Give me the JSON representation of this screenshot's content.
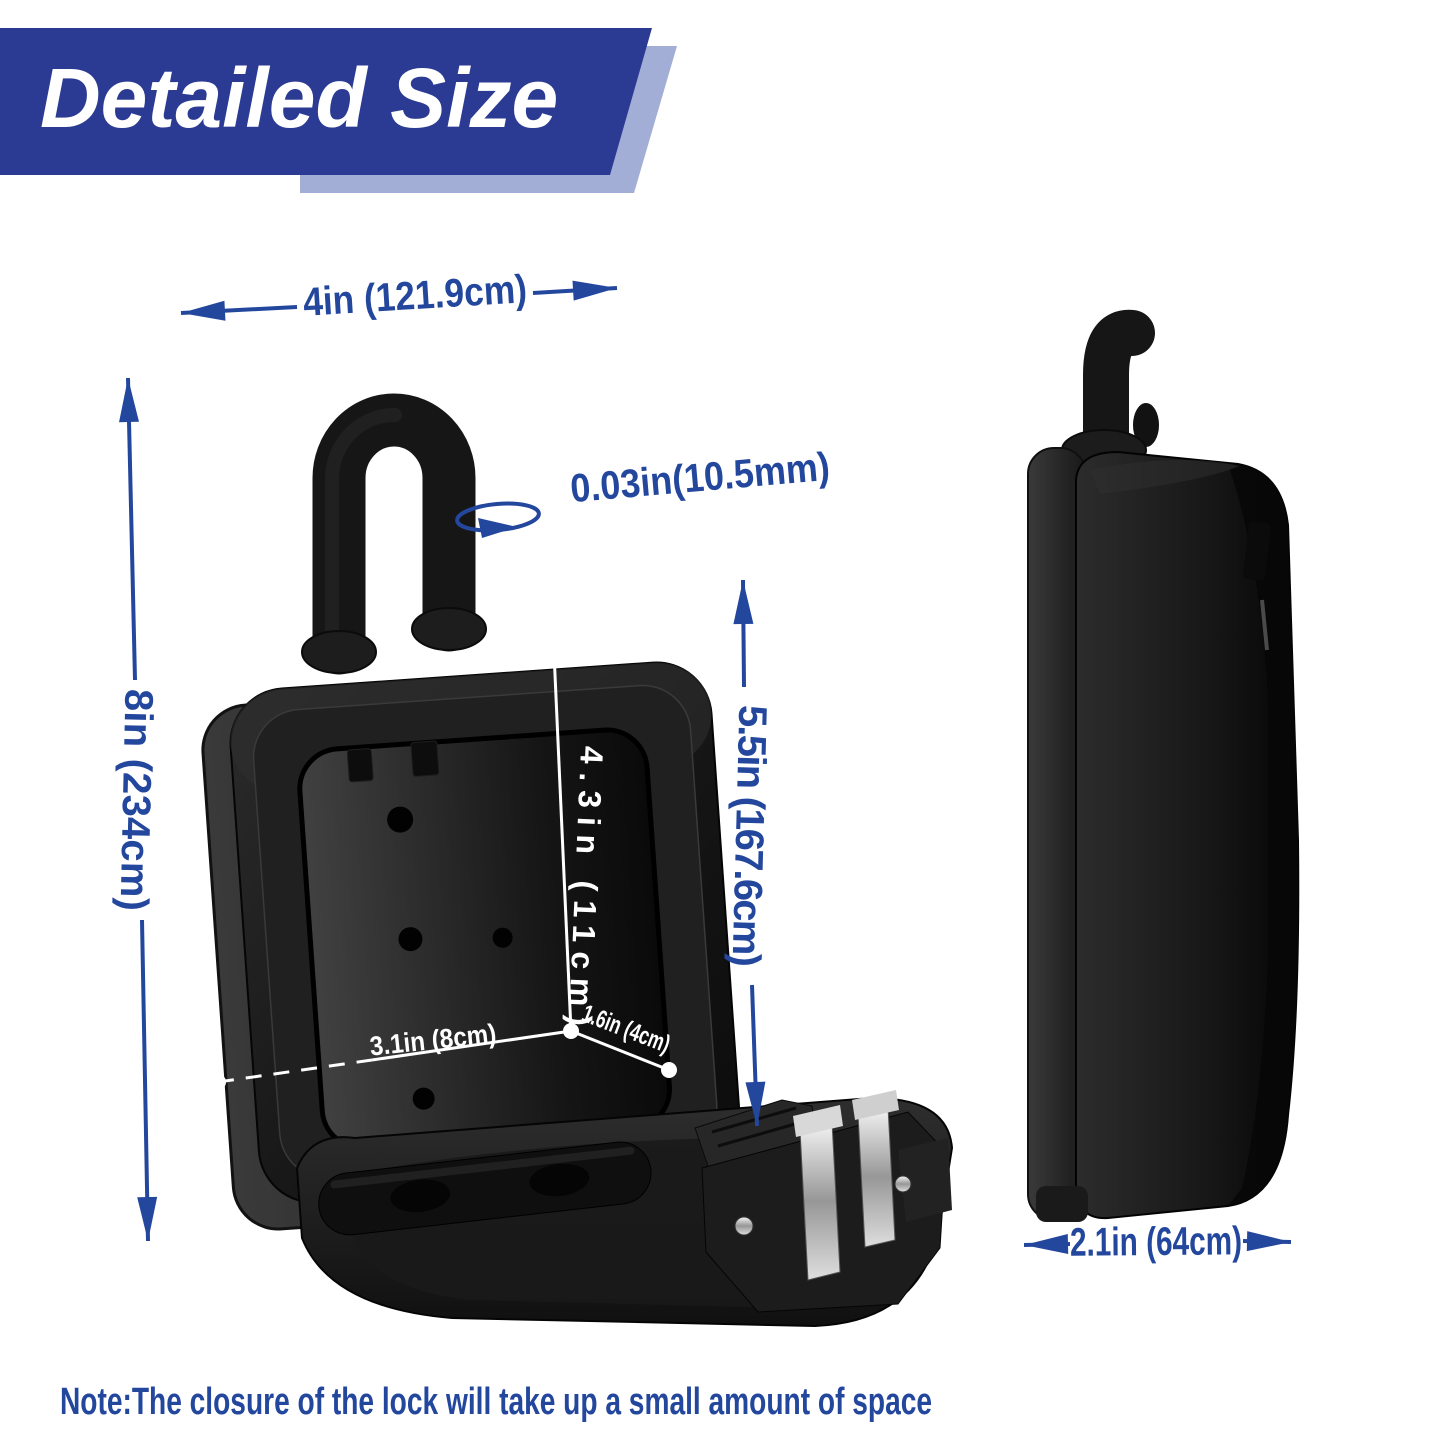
{
  "title": "Detailed Size",
  "colors": {
    "banner_bg": "#2b3a92",
    "banner_shadow": "#a3aed6",
    "dimension_blue": "#24479e",
    "dimension_white": "#ffffff"
  },
  "dimensions": {
    "width": "4in (121.9cm)",
    "shackle_diameter": "0.03in(10.5mm)",
    "overall_height": "8in (234cm)",
    "interior_height": "4.3in (11cm)",
    "body_height": "5.5in (167.6cm)",
    "interior_width": "3.1in (8cm)",
    "interior_depth": "1.6in (4cm)",
    "depth": "2.1in (64cm)"
  },
  "note": "Note:The closure of the lock will take up a small amount of space"
}
